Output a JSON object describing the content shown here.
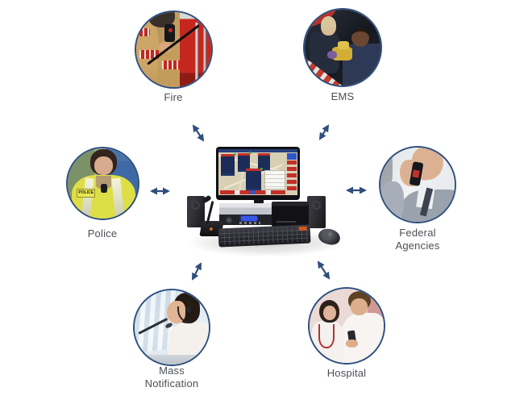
{
  "nodes": [
    {
      "id": "fire",
      "label": "Fire"
    },
    {
      "id": "ems",
      "label": "EMS"
    },
    {
      "id": "police",
      "label": "Police",
      "vest_text": "POLICE"
    },
    {
      "id": "federal-agencies",
      "label": "Federal\nAgencies"
    },
    {
      "id": "mass-notification",
      "label": "Mass\nNotification"
    },
    {
      "id": "hospital",
      "label": "Hospital"
    }
  ],
  "colors": {
    "arrow": "#2e4e7e",
    "circle_border": "#2f4f80",
    "label_text": "#4b5056",
    "background": "#ffffff"
  }
}
